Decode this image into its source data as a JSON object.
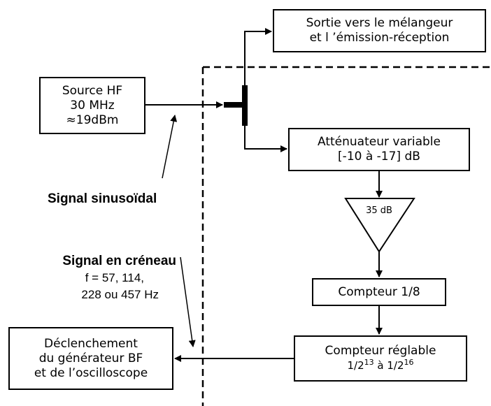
{
  "source_box": {
    "line1": "Source HF",
    "line2": "30 MHz",
    "line3": "≈19dBm"
  },
  "output_box": {
    "line1": "Sortie vers le mélangeur",
    "line2": "et l ’émission-réception"
  },
  "attenuator_box": {
    "line1": "Atténuateur variable",
    "line2": "[-10 à -17] dB"
  },
  "amplifier": {
    "label": "35 dB"
  },
  "counter8_box": {
    "label": "Compteur 1/8"
  },
  "counter_adj_box": {
    "line1": "Compteur réglable",
    "prefix": "1/2",
    "exp1": "13",
    "middle": " à 1/2",
    "exp2": "16"
  },
  "trigger_box": {
    "line1": "Déclenchement",
    "line2": "du générateur BF",
    "line3": "et de l’oscilloscope"
  },
  "label_sinus": {
    "text": "Signal sinusoïdal"
  },
  "label_square": {
    "title": "Signal en créneau",
    "line2": "f = 57, 114,",
    "line3": "228 ou 457 Hz"
  }
}
